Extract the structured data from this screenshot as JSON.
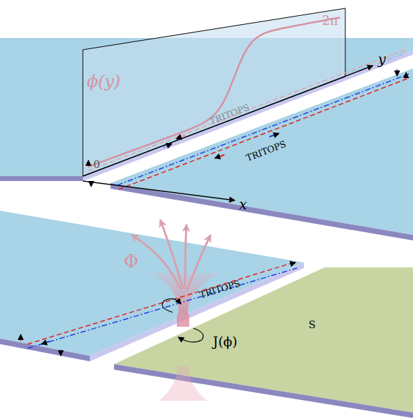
{
  "diagram": {
    "labels": [
      "ϕ(y)",
      "2π",
      "0",
      "TRITOPS",
      "TRITOPS",
      "y",
      "x",
      "Φ",
      "TRITOPS",
      "S",
      "J(ϕ)"
    ]
  }
}
